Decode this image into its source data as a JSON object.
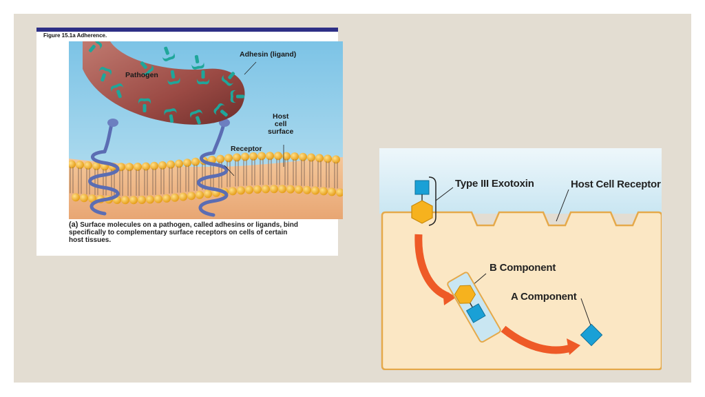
{
  "figure_a": {
    "title": "Figure 15.1a Adherence.",
    "labels": {
      "pathogen": "Pathogen",
      "adhesin": "Adhesin (ligand)",
      "host_cell_surface": [
        "Host",
        "cell",
        "surface"
      ],
      "receptor": "Receptor"
    },
    "caption_lead": "(a)",
    "caption_text": "Surface molecules on a pathogen, called adhesins or ligands, bind specifically to complementary surface receptors on cells of certain host tissues.",
    "colors": {
      "pathogen": "#9b4a44",
      "adhesin": "#1fa69a",
      "receptor": "#6c7fc0",
      "lipid_head": "#f2ac1f",
      "fluid": "#a9d6ea"
    }
  },
  "figure_b": {
    "labels": {
      "type_iii_exotoxin": "Type III Exotoxin",
      "host_cell_receptor": "Host Cell Receptor",
      "b_component": "B Component",
      "a_component": "A Component"
    },
    "colors": {
      "outside": "#d5ecf5",
      "cytoplasm": "#fbe7c4",
      "membrane_edge": "#e5a94a",
      "a_component": "#1aa0d6",
      "b_component": "#f6b21e",
      "arrow": "#ee5a27"
    }
  }
}
